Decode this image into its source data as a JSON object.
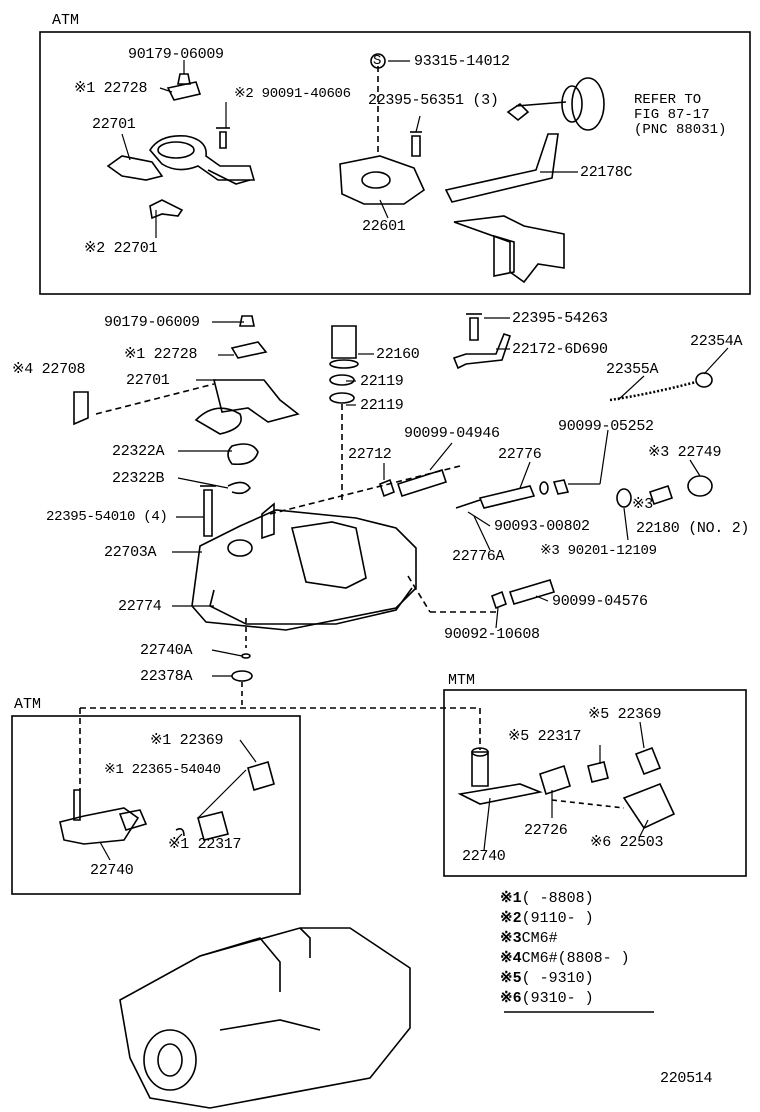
{
  "sections": {
    "atm_top": "ATM",
    "atm_bottom": "ATM",
    "mtm": "MTM"
  },
  "labels": {
    "p90179_top": "90179-06009",
    "p122728_top": "※1 22728",
    "p90091": "※2 90091-40606",
    "p22701_top": "22701",
    "p22701_s2": "※2 22701",
    "s_mark": "S",
    "p93315": "93315-14012",
    "p22395_56351": "22395-56351 (3)",
    "p22601": "22601",
    "p22178c": "22178C",
    "refer_line1": "REFER TO",
    "refer_line2": "FIG 87-17",
    "refer_line3": "(PNC 88031)",
    "p90179_mid": "90179-06009",
    "p122728_mid": "※1 22728",
    "p22708": "※4 22708",
    "p22701_mid": "22701",
    "p22322a": "22322A",
    "p22322b": "22322B",
    "p22395_54010": "22395-54010 (4)",
    "p22703a": "22703A",
    "p22774": "22774",
    "p22740a": "22740A",
    "p22378a": "22378A",
    "p22160": "22160",
    "p22119_a": "22119",
    "p22119_b": "22119",
    "p22395_54263": "22395-54263",
    "p22172": "22172-6D690",
    "p22354a": "22354A",
    "p22355a": "22355A",
    "p90099_04946": "90099-04946",
    "p22712": "22712",
    "p22776": "22776",
    "p90099_05252": "90099-05252",
    "p22749": "※3 22749",
    "p90093": "90093-00802",
    "p22776a": "22776A",
    "p22180_mark": "※3",
    "p22180": "22180 (NO. 2)",
    "p90201": "※3 90201-12109",
    "p90099_04576": "90099-04576",
    "p90092": "90092-10608",
    "p22369_atm": "※1 22369",
    "p22365": "※1 22365-54040",
    "p22317_atm": "※1 22317",
    "p22740_atm": "22740",
    "p22369_mtm": "※5 22369",
    "p22317_mtm": "※5 22317",
    "p22726": "22726",
    "p22740_mtm": "22740",
    "p22503": "※6 22503",
    "page_number": "220514"
  },
  "footnotes": [
    {
      "mark": "※1",
      "text": "(      -8808)"
    },
    {
      "mark": "※2",
      "text": "(9110-      )"
    },
    {
      "mark": "※3",
      "text": "CM6#"
    },
    {
      "mark": "※4",
      "text": "CM6#(8808-       )"
    },
    {
      "mark": "※5",
      "text": "(      -9310)"
    },
    {
      "mark": "※6",
      "text": "(9310-      )"
    }
  ]
}
